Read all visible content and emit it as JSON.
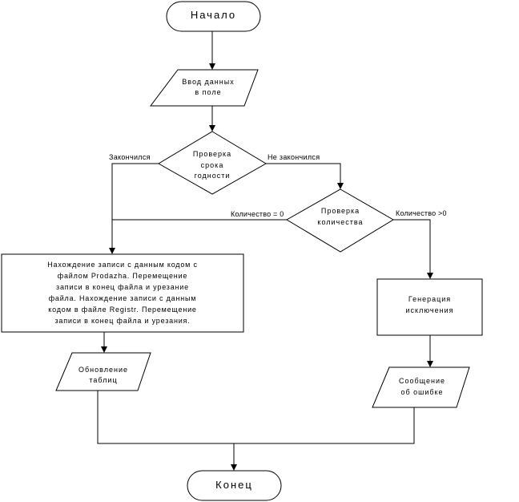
{
  "flowchart": {
    "start": "Начало",
    "input": "Ввод данных\nв поле",
    "decision_expiry": "Проверка\nсрока\nгодности",
    "branch_ended": "Закончился",
    "branch_not_ended": "Не закончился",
    "decision_quantity": "Проверка\nколичества",
    "branch_qty_zero": "Количество = 0",
    "branch_qty_positive": "Количество >0",
    "process_find": "Нахождение записи с данным кодом с\nфайлом Prodazha. Перемещение\nзаписи в конец файла и урезание\nфайла. Нахождение записи с данным\nкодом в файле Registr. Перемещение\nзаписи в конец файла и урезания.",
    "process_exception": "Генерация\nисключения",
    "output_update": "Обновление\nтаблиц",
    "output_error": "Сообщение\nоб ошибке",
    "end": "Конец"
  }
}
